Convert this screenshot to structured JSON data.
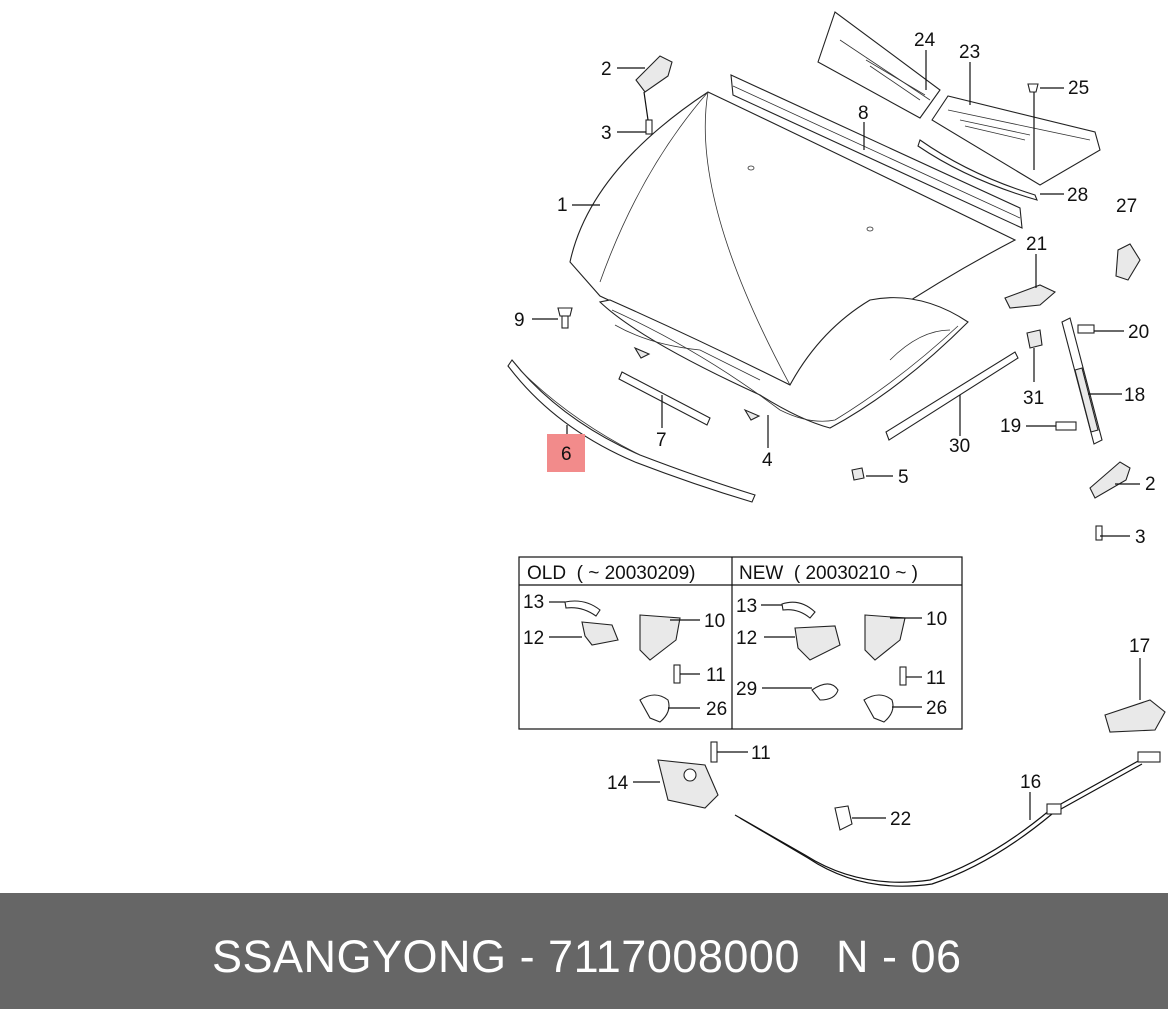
{
  "labels": {
    "l1": "1",
    "l2a": "2",
    "l2b": "2",
    "l3a": "3",
    "l3b": "3",
    "l4": "4",
    "l5": "5",
    "l6": "6",
    "l7": "7",
    "l8": "8",
    "l9": "9",
    "l10a": "10",
    "l10b": "10",
    "l11a": "11",
    "l11b": "11",
    "l11c": "11",
    "l12a": "12",
    "l12b": "12",
    "l13a": "13",
    "l13b": "13",
    "l14": "14",
    "l16": "16",
    "l17": "17",
    "l18": "18",
    "l19": "19",
    "l20": "20",
    "l21": "21",
    "l22": "22",
    "l23": "23",
    "l24": "24",
    "l25": "25",
    "l26a": "26",
    "l26b": "26",
    "l27": "27",
    "l28": "28",
    "l29": "29",
    "l30": "30",
    "l31": "31"
  },
  "table": {
    "old_header": "OLD  ( ~ 20030209)",
    "new_header": "NEW  ( 20030210 ~ )"
  },
  "footer": {
    "brand_part": "SSANGYONG - 7117008000",
    "diagram_code": "N - 06"
  },
  "colors": {
    "highlight": "#f28b8b",
    "footer_bg": "#666666",
    "footer_text": "#ffffff"
  }
}
